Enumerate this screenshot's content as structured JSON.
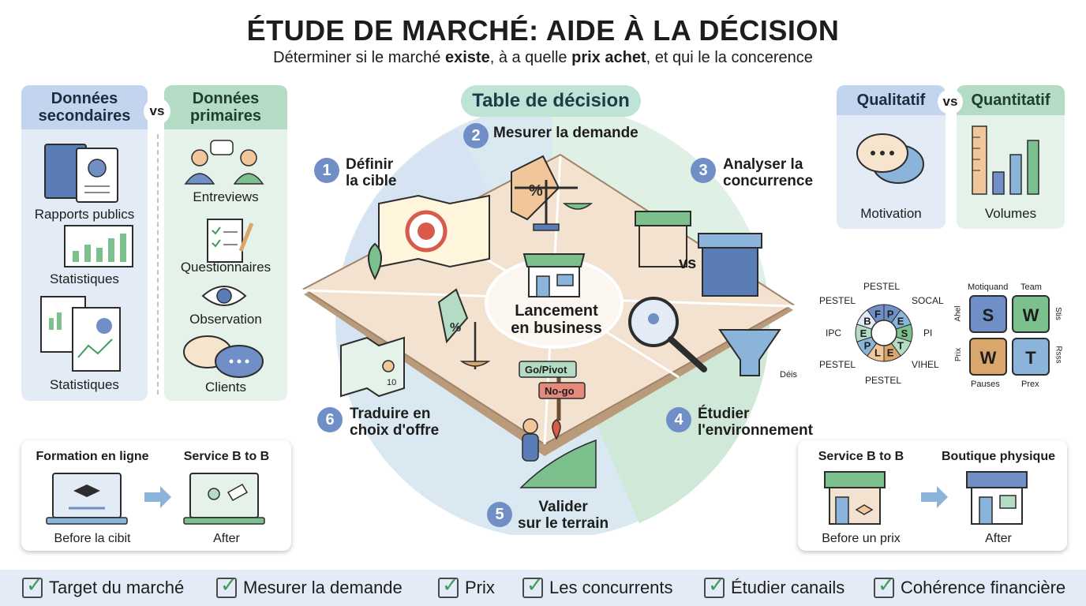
{
  "header": {
    "title": "ÉTUDE DE MARCHÉ: AIDE À LA DÉCISION",
    "subtitle_parts": [
      "Déterminer si le marché ",
      "existe",
      ", à a quelle ",
      "prix achet",
      ", et qui le la concerence"
    ]
  },
  "left_panel": {
    "secondary_title_1": "Données",
    "secondary_title_2": "secondaires",
    "vs": "vs",
    "primary_title_1": "Données",
    "primary_title_2": "primaires",
    "secondary_items": [
      "Rapports publics",
      "Statistiques",
      "Statistiques"
    ],
    "primary_items": [
      "Entreviews",
      "Questionnaires",
      "Observation",
      "Clients"
    ]
  },
  "center": {
    "table_title": "Table de décision",
    "hub_label_1": "Lancement",
    "hub_label_2": "en business",
    "go_sign": "Go/Pivot",
    "nogo_sign": "No-go",
    "vs": "vs",
    "funnel_label": "Déis",
    "map_code": "10",
    "steps": [
      {
        "num": "1",
        "line1": "Définir",
        "line2": "la cible"
      },
      {
        "num": "2",
        "line1": "Mesurer la demande",
        "line2": ""
      },
      {
        "num": "3",
        "line1": "Analyser la",
        "line2": "concurrence"
      },
      {
        "num": "4",
        "line1": "Étudier",
        "line2": "l'environnement"
      },
      {
        "num": "5",
        "line1": "Valider",
        "line2": "sur le terrain"
      },
      {
        "num": "6",
        "line1": "Traduire en",
        "line2": "choix d'offre"
      }
    ]
  },
  "right_panel": {
    "qual_title": "Qualitatif",
    "vs": "vs",
    "quant_title": "Quantitatif",
    "qual_label": "Motivation",
    "quant_label": "Volumes",
    "pestel": {
      "letters": [
        "P",
        "E",
        "S",
        "T",
        "E",
        "L",
        "P",
        "E",
        "B",
        "F"
      ],
      "labels": [
        "PESTEL",
        "PESTEL",
        "SOCAL",
        "IPC",
        "PI",
        "PESTEL",
        "VIHEL",
        "PESTEL"
      ]
    },
    "swot": {
      "top_left": "Motiquand",
      "top_right": "Team",
      "left_top": "Ahel",
      "left_bottom": "Prix",
      "right_top": "Stis",
      "right_bottom": "Rsss",
      "bottom_left": "Pauses",
      "bottom_right": "Prex",
      "cells": [
        "S",
        "W",
        "W",
        "T"
      ],
      "colors": [
        "#6f8fc6",
        "#7cc08e",
        "#d9a66b",
        "#8ab4d9"
      ]
    }
  },
  "cards": {
    "left": {
      "before_title": "Formation en ligne",
      "after_title": "Service B to B",
      "before_label": "Before la cibit",
      "after_label": "After"
    },
    "right": {
      "before_title": "Service B to B",
      "after_title": "Boutique physique",
      "before_label": "Before un prix",
      "after_label": "After"
    }
  },
  "checklist": [
    "Target du marché",
    "Mesurer la demande",
    "Prix",
    "Les concurrents",
    "Étudier canails",
    "Cohérence financière"
  ],
  "colors": {
    "blue": "#6f8fc6",
    "green": "#7cc08e",
    "accent_green": "#3e9b5e",
    "bar_bg": "#e3ebf6"
  }
}
